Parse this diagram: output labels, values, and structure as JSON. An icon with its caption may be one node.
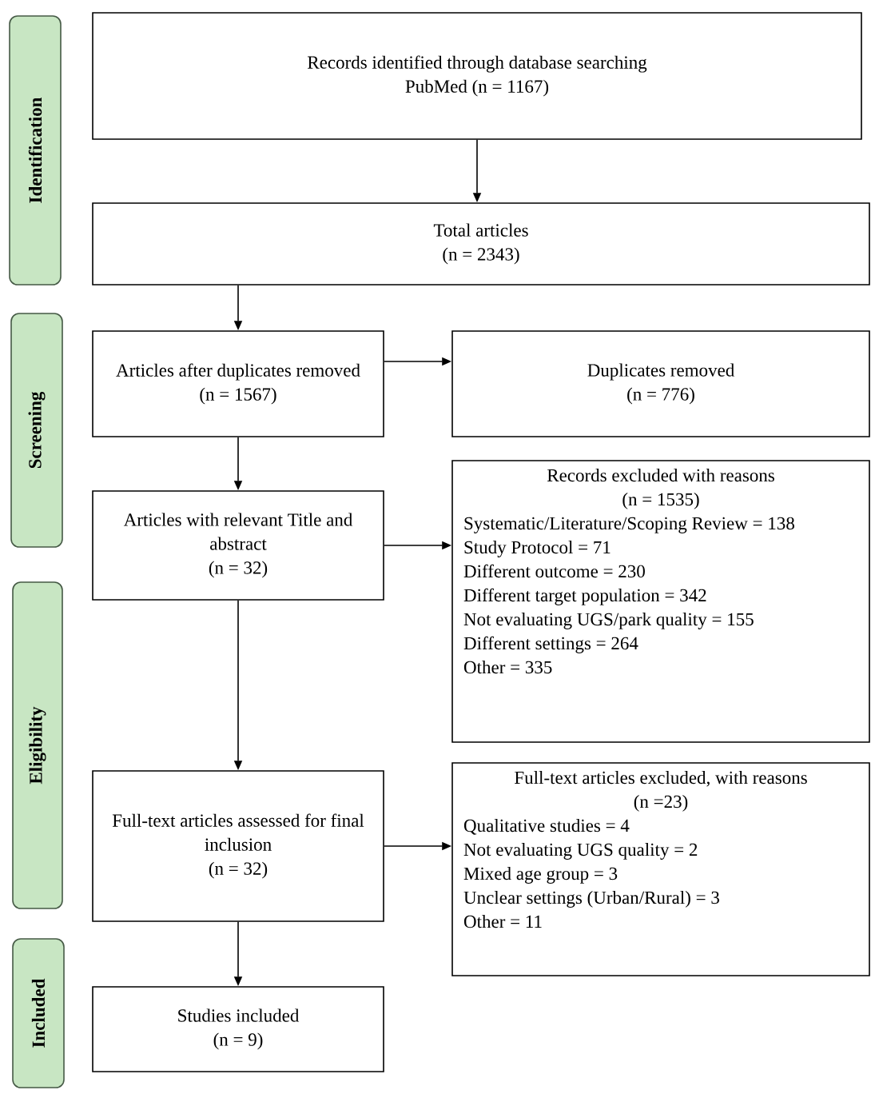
{
  "diagram": {
    "nodes": [
      {
        "text": [
          "Identification"
        ]
      },
      {
        "text": [
          "Screening"
        ]
      },
      {
        "text": [
          "Eligibility"
        ]
      },
      {
        "text": [
          "Included"
        ]
      },
      {
        "text": [
          "Records identified through database searching",
          "PubMed (n = 1167)"
        ]
      },
      {
        "text": [
          "Total articles",
          "(n = 2343)"
        ]
      },
      {
        "text": [
          "Articles after duplicates removed",
          "(n = 1567)"
        ]
      },
      {
        "text": [
          "Duplicates removed",
          "(n = 776)"
        ]
      },
      {
        "text": [
          "Articles with relevant Title and abstract",
          "(n = 32)"
        ]
      },
      {
        "text": [
          "Records excluded with reasons",
          "(n = 1535)",
          "Systematic/Literature/Scoping Review = 138",
          "Study Protocol = 71",
          "Different outcome = 230",
          "Different target population = 342",
          "Not evaluating UGS/park quality = 155",
          "Different settings = 264",
          "Other = 335"
        ]
      },
      {
        "text": [
          "Full-text articles assessed for final inclusion",
          "(n = 32)"
        ]
      },
      {
        "text": [
          "Full-text articles excluded, with reasons",
          "(n =23)",
          "Qualitative studies = 4",
          "Not evaluating UGS quality = 2",
          "Mixed age group = 3",
          "Unclear settings (Urban/Rural) = 3",
          "Other = 11"
        ]
      },
      {
        "text": [
          "Studies included",
          "(n = 9)"
        ]
      }
    ],
    "edges": [
      {
        "from": 4,
        "to": 5,
        "arrow": "to"
      },
      {
        "from": 5,
        "to": 6,
        "arrow": "to"
      },
      {
        "from": 6,
        "to": 7,
        "arrow": "to"
      },
      {
        "from": 6,
        "to": 8,
        "arrow": "to"
      },
      {
        "from": 8,
        "to": 9,
        "arrow": "to"
      },
      {
        "from": 8,
        "to": 10,
        "arrow": "to"
      },
      {
        "from": 10,
        "to": 11,
        "arrow": "to"
      },
      {
        "from": 10,
        "to": 12,
        "arrow": "to"
      }
    ]
  }
}
